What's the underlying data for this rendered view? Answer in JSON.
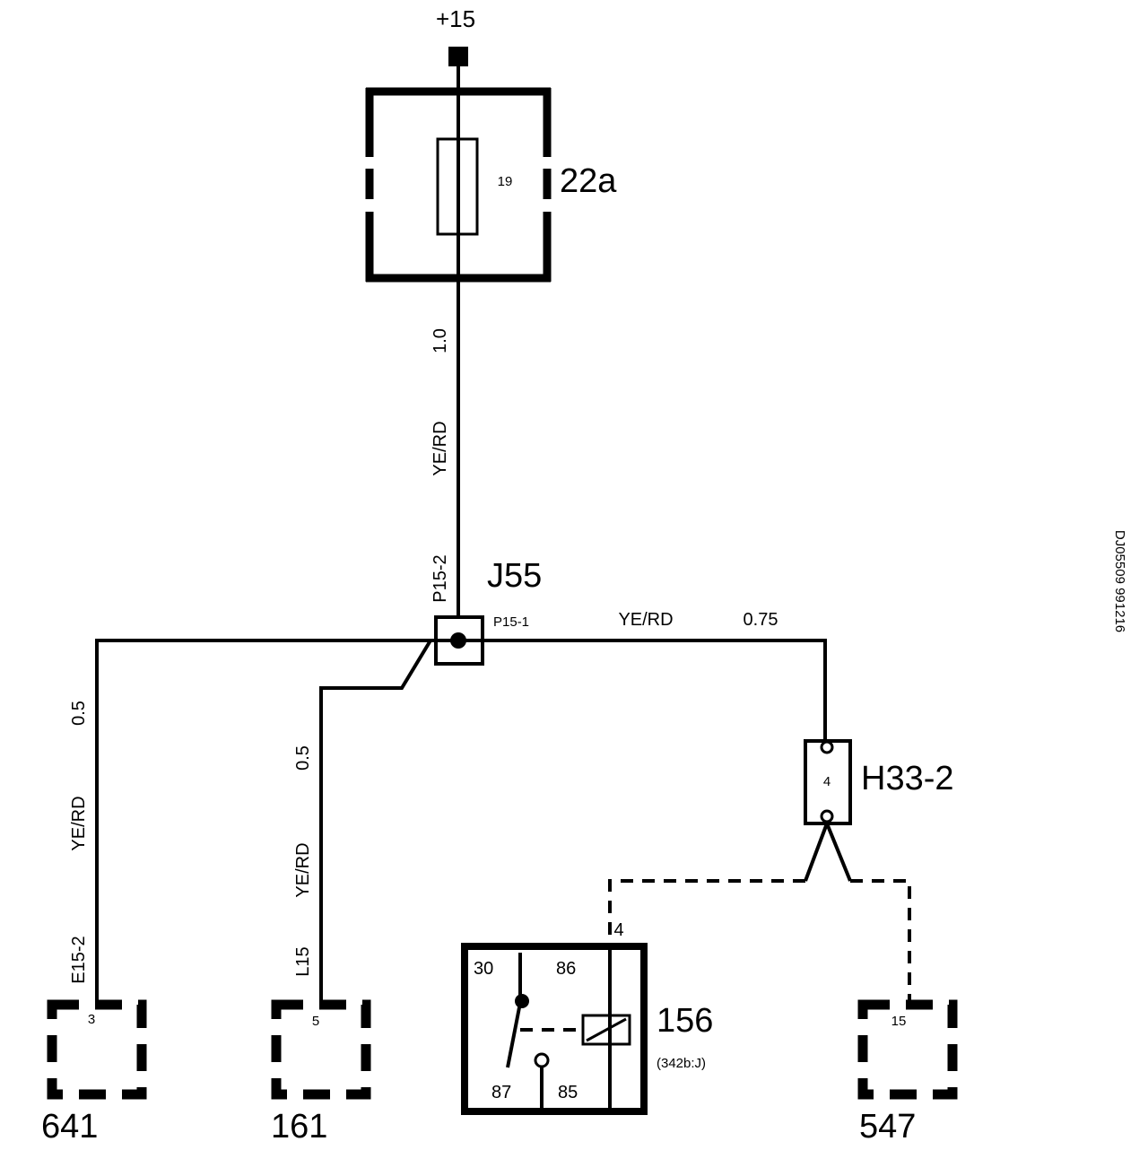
{
  "supply": {
    "label": "+15"
  },
  "fuse_box": {
    "id": "22a",
    "fuse_number": "19"
  },
  "main_wire": {
    "gauge": "1.0",
    "color": "YE/RD"
  },
  "junction": {
    "id": "J55",
    "pin_top": "P15-2",
    "pin_right": "P15-1"
  },
  "right_wire": {
    "color": "YE/RD",
    "gauge": "0.75"
  },
  "left_wire": {
    "gauge": "0.5",
    "color": "YE/RD",
    "pin": "E15-2"
  },
  "mid_wire": {
    "gauge": "0.5",
    "color": "YE/RD",
    "pin": "L15"
  },
  "connector_h33": {
    "id": "H33-2",
    "pin": "4"
  },
  "relay": {
    "id": "156",
    "sub": "(342b:J)",
    "pin_in": "4",
    "t30": "30",
    "t86": "86",
    "t87": "87",
    "t85": "85"
  },
  "components": [
    {
      "id": "641",
      "pin": "3"
    },
    {
      "id": "161",
      "pin": "5"
    },
    {
      "id": "547",
      "pin": "15"
    }
  ],
  "doc_ref": "DJ05509 991216"
}
